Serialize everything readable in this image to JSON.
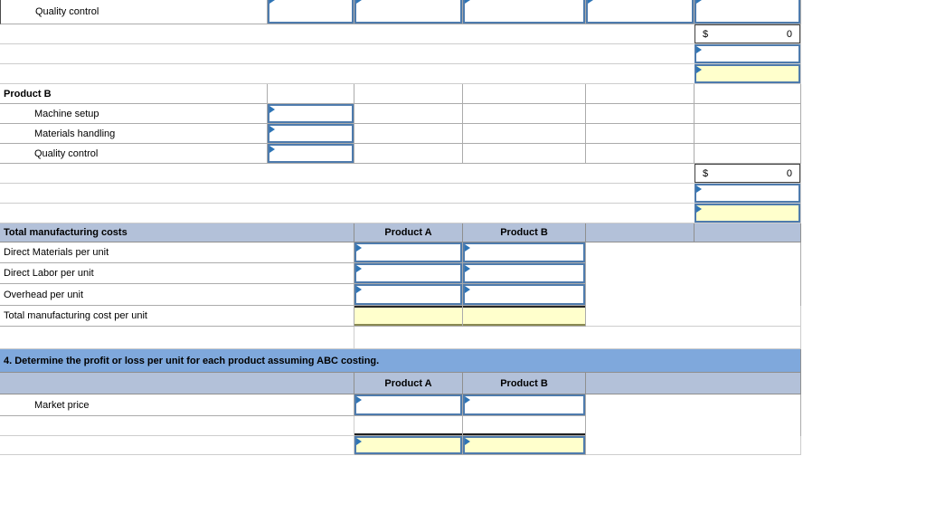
{
  "sheet": {
    "top": {
      "quality_control_a_label": "Quality control",
      "product_b_header": "Product B",
      "machine_setup_label": "Machine setup",
      "materials_handling_label": "Materials handling",
      "quality_control_b_label": "Quality control",
      "currency_symbol": "$",
      "overhead_total_value": "0"
    },
    "totals": {
      "header": "Total manufacturing costs",
      "col_product_a": "Product A",
      "col_product_b": "Product B",
      "direct_materials_label": "Direct Materials per unit",
      "direct_labor_label": "Direct Labor per unit",
      "overhead_label": "Overhead per unit",
      "total_cost_label": "Total manufacturing cost per unit"
    },
    "sec4": {
      "title": "4. Determine the profit or loss per unit for each product assuming ABC costing.",
      "col_product_a": "Product A",
      "col_product_b": "Product B",
      "market_price_label": "Market price"
    },
    "colors": {
      "input_border": "#4e7bad",
      "comment_flag": "#2e74b5",
      "highlight_fill": "#ffffcc",
      "header_fill": "#b3c1d9",
      "section_title_fill": "#7fa8dc"
    }
  }
}
